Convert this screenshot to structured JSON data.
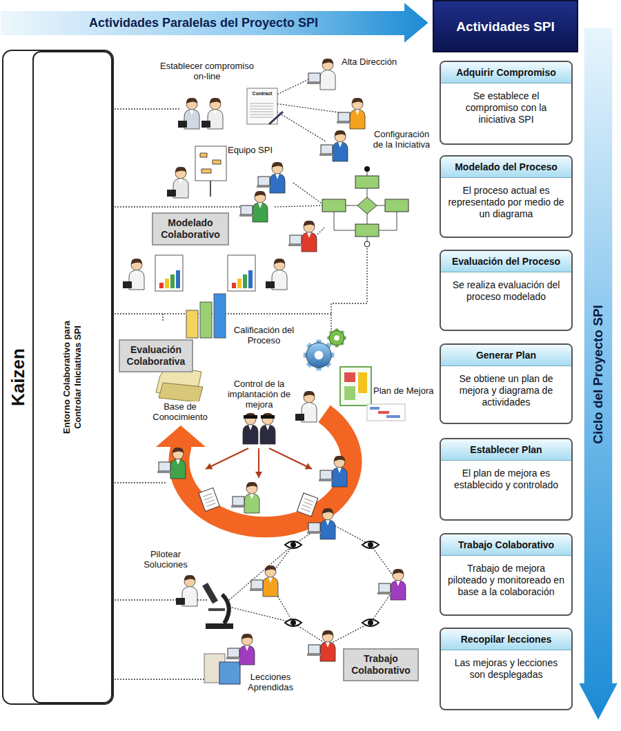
{
  "diagram": {
    "title": "Actividades Paralelas del Proyecto SPI",
    "nodes": [
      {
        "text": [
          "Actividades SPI"
        ]
      },
      {
        "text": [
          "Ciclo del Proyecto SPI"
        ]
      },
      {
        "text": [
          "Kaizen"
        ]
      },
      {
        "text": [
          "Entorno Colaborativo para Controlar Iniciativas SPI"
        ],
        "in": 2
      },
      {
        "text": [
          "Adquirir Compromiso",
          "Se establece el compromiso con la iniciativa SPI"
        ]
      },
      {
        "text": [
          "Modelado del Proceso",
          "El proceso actual es representado por medio de un diagrama"
        ]
      },
      {
        "text": [
          "Evaluación del Proceso",
          "Se realiza evaluación del proceso modelado"
        ]
      },
      {
        "text": [
          "Generar Plan",
          "Se obtiene un plan de mejora y diagrama de actividades"
        ]
      },
      {
        "text": [
          "Establecer Plan",
          "El plan de mejora es establecido y controlado"
        ]
      },
      {
        "text": [
          "Trabajo Colaborativo",
          "Trabajo de mejora piloteado y monitoreado en base a la colaboración"
        ]
      },
      {
        "text": [
          "Recopilar lecciones",
          "Las mejoras y lecciones son desplegadas"
        ]
      },
      {
        "text": [
          "Modelado Colaborativo"
        ]
      },
      {
        "text": [
          "Evaluación Colaborativa"
        ]
      },
      {
        "text": [
          "Trabajo Colaborativo"
        ]
      }
    ],
    "labels": [
      "Establecer compromiso on-line",
      "Alta Dirección",
      "Contract",
      "Configuración de la Iniciativa",
      "Equipo SPI",
      "Calificación del Proceso",
      "Control de la implantación de mejora",
      "Base de Conocimiento",
      "Plan de Mejora",
      "Pilotear Soluciones",
      "Lecciones Aprendidas"
    ]
  }
}
